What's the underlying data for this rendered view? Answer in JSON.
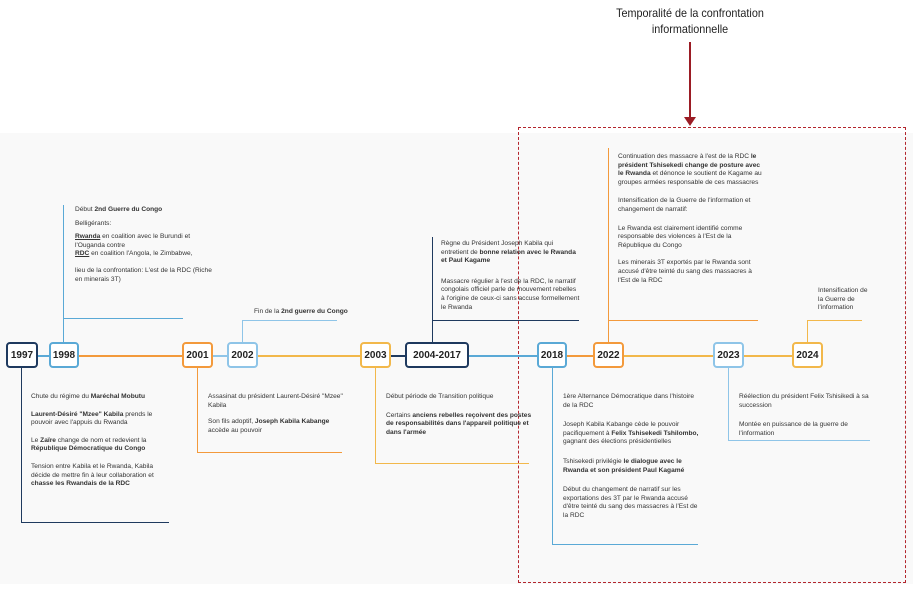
{
  "callout": {
    "title_line1": "Temporalité de la confrontation",
    "title_line2": "informationnelle"
  },
  "years": {
    "y1997": "1997",
    "y1998": "1998",
    "y2001": "2001",
    "y2002": "2002",
    "y2003": "2003",
    "y2004": "2004-2017",
    "y2018": "2018",
    "y2022": "2022",
    "y2023": "2023",
    "y2024": "2024"
  },
  "colors": {
    "navy": "#1f3a5f",
    "blue": "#5aa9d6",
    "orange": "#f39a3c",
    "gold": "#f2b84b",
    "callout": "#b3262e"
  },
  "e1998": {
    "a_pre": "Début ",
    "a_b": "2nd Guerre du Congo",
    "b": "Belligérants:",
    "c_u": "Rwanda",
    "c_rest": " en coalition avec le Burundi et l'Ouganda contre",
    "d_u": "RDC",
    "d_rest": " en coalition l'Angola, le Zimbabwe,",
    "e": "lieu de la confrontation: L'est de la RDC (Riche en minerais 3T)"
  },
  "e1997": {
    "a_pre": "Chute du régime du ",
    "a_b": "Maréchal Mobutu",
    "b_b": "Laurent-Désiré \"Mzee\" Kabila",
    "b_rest": " prends le pouvoir avec l'appuis du Rwanda",
    "c_pre": "Le ",
    "c_b1": "Zaïre",
    "c_mid": " change de nom et redevient la ",
    "c_b2": "République Démocratique du Congo",
    "d_pre": "Tension entre Kabila et le Rwanda, Kabila décide de mettre fin à leur collaboration et ",
    "d_b": "chasse les Rwandais de la RDC"
  },
  "e2001": {
    "a": "Assasinat du président Laurent-Désiré \"Mzee\" Kabila",
    "b_pre": "Son fils adoptif, ",
    "b_b": "Joseph Kabila Kabange",
    "b_rest": " accède au pouvoir"
  },
  "e2002": {
    "pre": "Fin de la ",
    "b": "2nd guerre du Congo"
  },
  "e2003": {
    "a": "Début période de Transition politique",
    "b_pre": "Certains ",
    "b_b": "anciens rebelles reçoivent des postes de responsabilités dans l'appareil politique et dans l'armée"
  },
  "e2004": {
    "a_pre": "Règne du Président Joseph Kabila qui entretient de ",
    "a_b": "bonne relation avec le Rwanda et Paul Kagame",
    "b": "Massacre régulier à l'est de la RDC, le narratif congolais officiel parle de mouvement rebelles à l'origine de ceux-ci sans accuse formellement le Rwanda"
  },
  "e2018": {
    "a": "1ère Alternance Démocratique dans l'histoire de la RDC",
    "b_pre": "Joseph Kabila Kabange cède le pouvoir pacifiquement à ",
    "b_b": "Felix Tshisekedi Tshilombo,",
    "b_rest": " gagnant des élections présidentielles",
    "c_pre": "Tshisekedi privilégie ",
    "c_b": "le dialogue avec le Rwanda et son président Paul Kagamé",
    "d": "Début du changement de narratif sur les exportations des 3T par le Rwanda accusé d'être teinté du sang des massacres à l'Est de la RDC"
  },
  "e2022": {
    "a_pre": "Continuation des massacre à l'est de la RDC ",
    "a_b": "le président Tshisekedi change de posture avec le Rwanda",
    "a_rest": " et dénonce le soutient de Kagame au groupes armées responsable de ces massacres",
    "b": "Intensification de la Guerre de l'information et changement de narratif:",
    "c": "Le Rwanda est clairement identifié comme responsable des violences à l'Est de la République du Congo",
    "d": "Les minerais 3T exportés par le Rwanda sont accusé d'être teinté du sang des massacres à l'Est de la RDC"
  },
  "e2023": {
    "a": "Réélection du président Felix Tshisikedi à sa succession",
    "b": "Montée en puissance de la guerre de l'information"
  },
  "e2024": {
    "a": "Intensification de la Guerre de l'information"
  }
}
